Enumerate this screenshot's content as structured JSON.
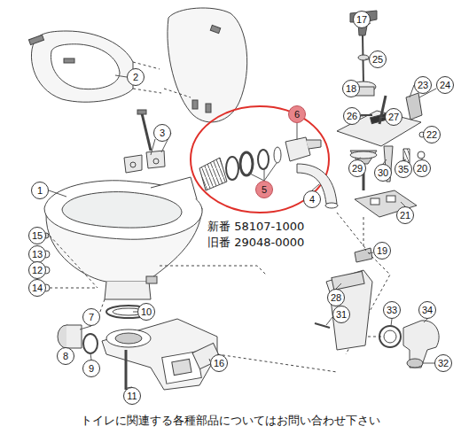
{
  "diagram": {
    "caption": "トイレに関連する各種部品についてはお問い合わせ下さい",
    "labels": [
      "17",
      "25",
      "2",
      "18",
      "23",
      "24",
      "26",
      "27",
      "3",
      "6",
      "22",
      "1",
      "5",
      "4",
      "29",
      "30",
      "35",
      "20",
      "21",
      "15",
      "13",
      "12",
      "14",
      "19",
      "10",
      "7",
      "28",
      "31",
      "33",
      "34",
      "8",
      "9",
      "16",
      "11",
      "32",
      "新番 58107-1000",
      "旧番 29048-0000"
    ]
  }
}
